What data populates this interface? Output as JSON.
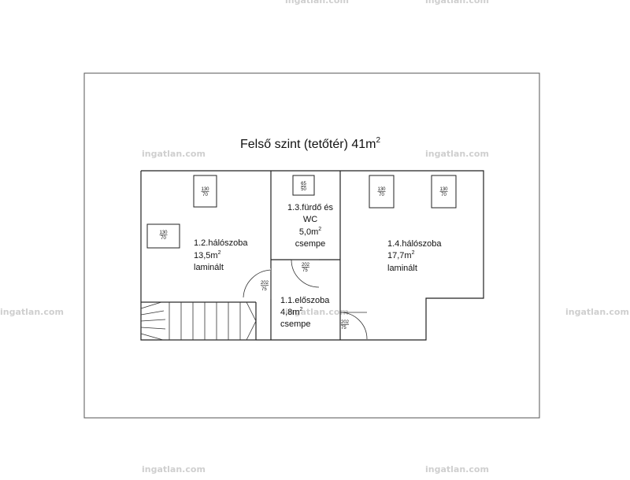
{
  "watermark": "ingatlan.com",
  "title": {
    "text": "Felső szint (tetőtér) 41m",
    "sup": "2"
  },
  "rooms": [
    {
      "id": "r12",
      "name": "1.2.hálószoba",
      "area": "13,5m",
      "sup": "2",
      "floor": "laminált"
    },
    {
      "id": "r13",
      "name": "1.3.fürdő és",
      "name2": "WC",
      "area": "5,0m",
      "sup": "2",
      "floor": "csempe"
    },
    {
      "id": "r14",
      "name": "1.4.hálószoba",
      "area": "17,7m",
      "sup": "2",
      "floor": "laminált"
    },
    {
      "id": "r11",
      "name": "1.1.előszoba",
      "area": "4,8m",
      "sup": "2",
      "floor": "csempe"
    }
  ],
  "windows": [
    {
      "w": "130",
      "h": "70"
    },
    {
      "w": "130",
      "h": "70"
    },
    {
      "w": "65",
      "h": "50"
    },
    {
      "w": "130",
      "h": "70"
    },
    {
      "w": "130",
      "h": "70"
    }
  ],
  "doors": [
    {
      "w": "202",
      "h": "75"
    },
    {
      "w": "202",
      "h": "75"
    },
    {
      "w": "202",
      "h": "75"
    }
  ]
}
